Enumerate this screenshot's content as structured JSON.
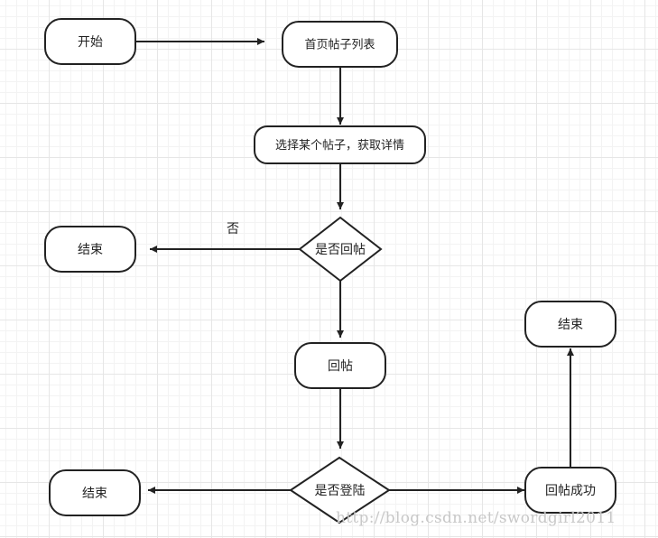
{
  "nodes": {
    "start": "开始",
    "home_list": "首页帖子列表",
    "select_post": "选择某个帖子，获取详情",
    "end_1": "结束",
    "q_reply": "是否回帖",
    "reply": "回帖",
    "end_2": "结束",
    "q_login": "是否登陆",
    "reply_success": "回帖成功",
    "end_3": "结束"
  },
  "edges": {
    "no_label": "否"
  },
  "watermark": "http://blog.csdn.net/swordgirl2011"
}
